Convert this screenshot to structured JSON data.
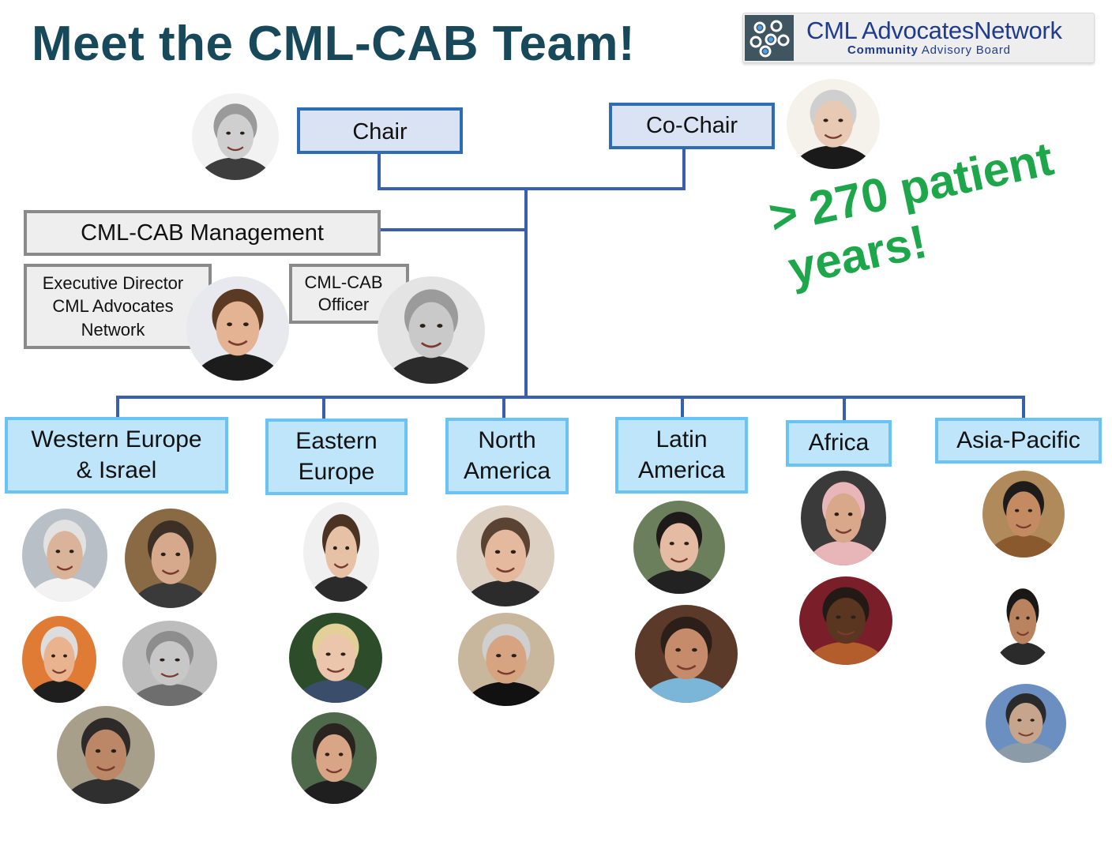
{
  "title": "Meet the CML-CAB Team!",
  "logo": {
    "name_part1": "CML Advocates",
    "name_part2": "Network",
    "subtitle_part1": "Community",
    "subtitle_part2": " Advisory Board"
  },
  "leadership": {
    "chair": "Chair",
    "co_chair": "Co-Chair"
  },
  "management": {
    "title": "CML-CAB Management",
    "executive_director": [
      "Executive Director",
      "CML Advocates",
      "Network"
    ],
    "officer": [
      "CML-CAB",
      "Officer"
    ]
  },
  "tagline": [
    "> 270 patient",
    "years!"
  ],
  "regions": [
    {
      "lines": [
        "Western Europe",
        "& Israel"
      ],
      "members": 5
    },
    {
      "lines": [
        "Eastern",
        "Europe"
      ],
      "members": 3
    },
    {
      "lines": [
        "North",
        "America"
      ],
      "members": 2
    },
    {
      "lines": [
        "Latin",
        "America"
      ],
      "members": 2
    },
    {
      "lines": [
        "Africa"
      ],
      "members": 2
    },
    {
      "lines": [
        "Asia-Pacific"
      ],
      "members": 3
    }
  ],
  "colors": {
    "title": "#17495a",
    "tagline": "#1ea64b",
    "connector": "#3a5fad",
    "lead_border": "#2e6db4",
    "region_fill": "#bfe5fb",
    "region_border": "#69c3f4",
    "management_border": "#8a8a8a"
  }
}
